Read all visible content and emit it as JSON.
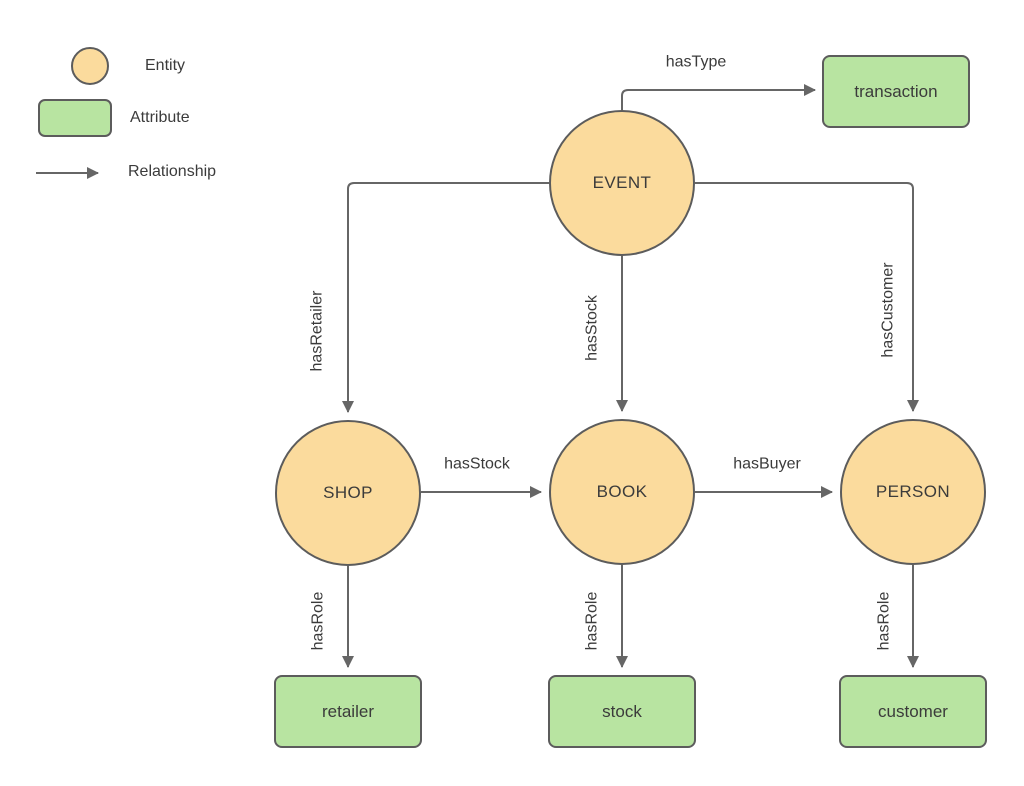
{
  "legend": {
    "entity_label": "Entity",
    "attribute_label": "Attribute",
    "relationship_label": "Relationship"
  },
  "entities": [
    {
      "id": "event",
      "label": "EVENT"
    },
    {
      "id": "shop",
      "label": "SHOP"
    },
    {
      "id": "book",
      "label": "BOOK"
    },
    {
      "id": "person",
      "label": "PERSON"
    }
  ],
  "attributes": [
    {
      "id": "transaction",
      "label": "transaction"
    },
    {
      "id": "retailer",
      "label": "retailer"
    },
    {
      "id": "stock",
      "label": "stock"
    },
    {
      "id": "customer",
      "label": "customer"
    }
  ],
  "relationships": [
    {
      "from": "EVENT",
      "to": "transaction",
      "label": "hasType"
    },
    {
      "from": "EVENT",
      "to": "SHOP",
      "label": "hasRetailer"
    },
    {
      "from": "EVENT",
      "to": "BOOK",
      "label": "hasStock"
    },
    {
      "from": "EVENT",
      "to": "PERSON",
      "label": "hasCustomer"
    },
    {
      "from": "SHOP",
      "to": "BOOK",
      "label": "hasStock"
    },
    {
      "from": "BOOK",
      "to": "PERSON",
      "label": "hasBuyer"
    },
    {
      "from": "SHOP",
      "to": "retailer",
      "label": "hasRole"
    },
    {
      "from": "BOOK",
      "to": "stock",
      "label": "hasRole"
    },
    {
      "from": "PERSON",
      "to": "customer",
      "label": "hasRole"
    }
  ],
  "colors": {
    "entity_fill": "#fbdb9d",
    "attribute_fill": "#b8e4a1",
    "shape_border": "#5c5c5c",
    "line": "#666666",
    "text": "#3b3b3b"
  }
}
